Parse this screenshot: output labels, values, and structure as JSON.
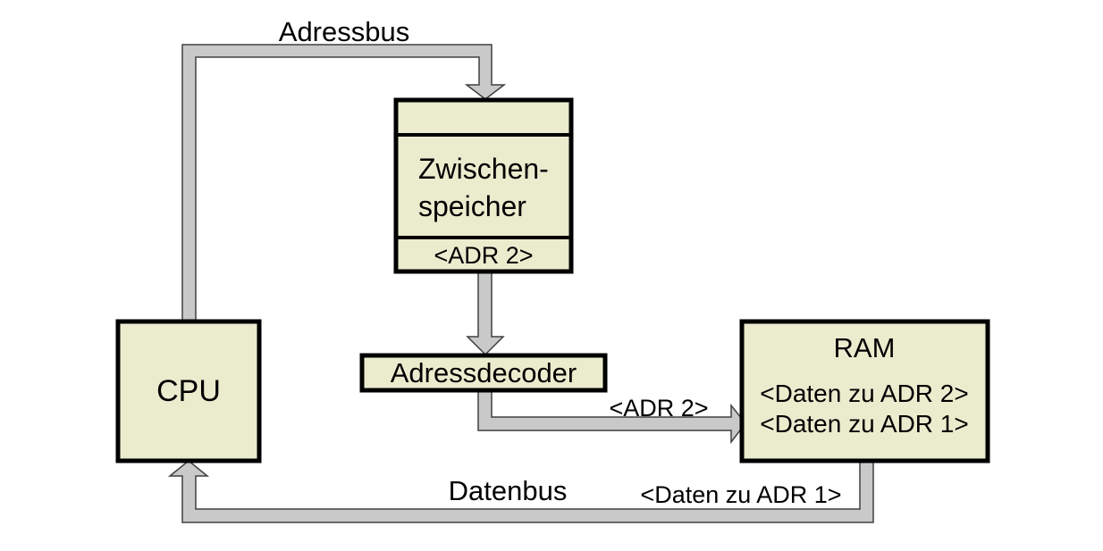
{
  "colors": {
    "background": "#ffffff",
    "box_fill": "#ebecce",
    "box_border": "#000000",
    "bus_fill": "#c9c9c9",
    "bus_outline": "#404040",
    "text": "#000000"
  },
  "buses": {
    "adressbus_label": "Adressbus",
    "datenbus_label": "Datenbus",
    "adr2_label": "<ADR 2>",
    "daten_zu_adr1_label": "<Daten zu ADR 1>"
  },
  "nodes": {
    "cpu": {
      "label": "CPU"
    },
    "zwischenspeicher": {
      "name_line1": "Zwischen-",
      "name_line2": "speicher",
      "stored_address": "<ADR 2>"
    },
    "adressdecoder": {
      "label": "Adressdecoder"
    },
    "ram": {
      "title": "RAM",
      "contents": [
        "<Daten zu ADR 2>",
        "<Daten zu ADR 1>"
      ]
    }
  }
}
